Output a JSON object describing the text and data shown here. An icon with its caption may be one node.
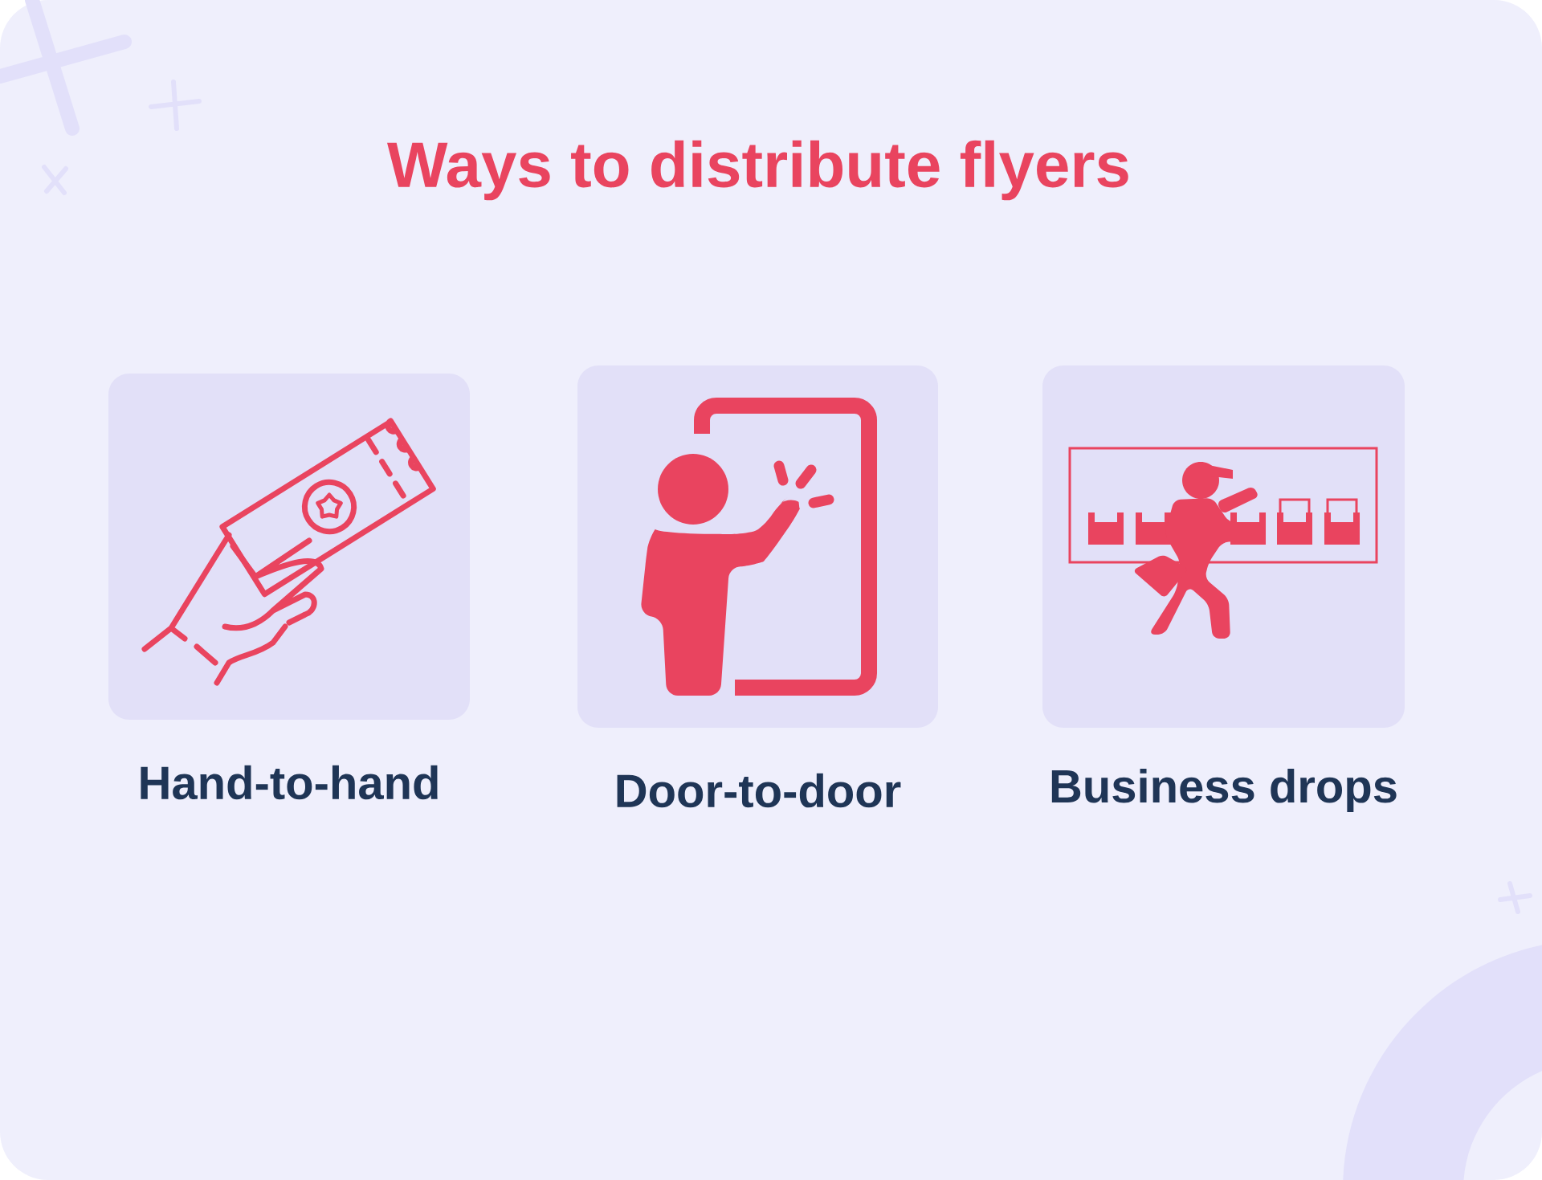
{
  "diagram": {
    "title": "Ways to distribute flyers",
    "nodes": [
      {
        "text": [
          "Hand-to-hand"
        ]
      },
      {
        "text": [
          "Door-to-door"
        ]
      },
      {
        "text": [
          "Business drops"
        ]
      }
    ]
  }
}
